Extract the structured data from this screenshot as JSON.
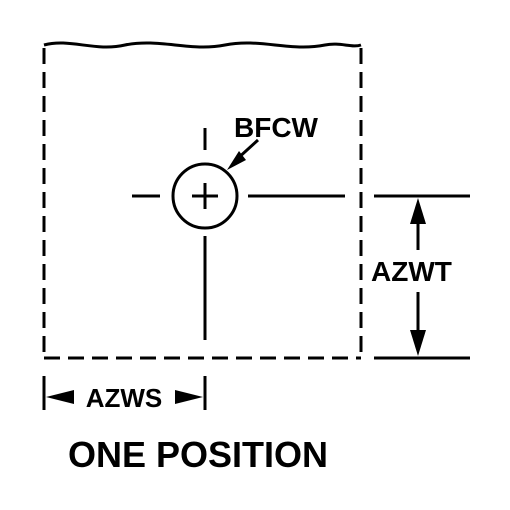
{
  "labels": {
    "hole": "BFCW",
    "height": "AZWT",
    "offset": "AZWS",
    "caption": "ONE POSITION"
  },
  "colors": {
    "ink": "#000000",
    "paper": "#ffffff"
  }
}
